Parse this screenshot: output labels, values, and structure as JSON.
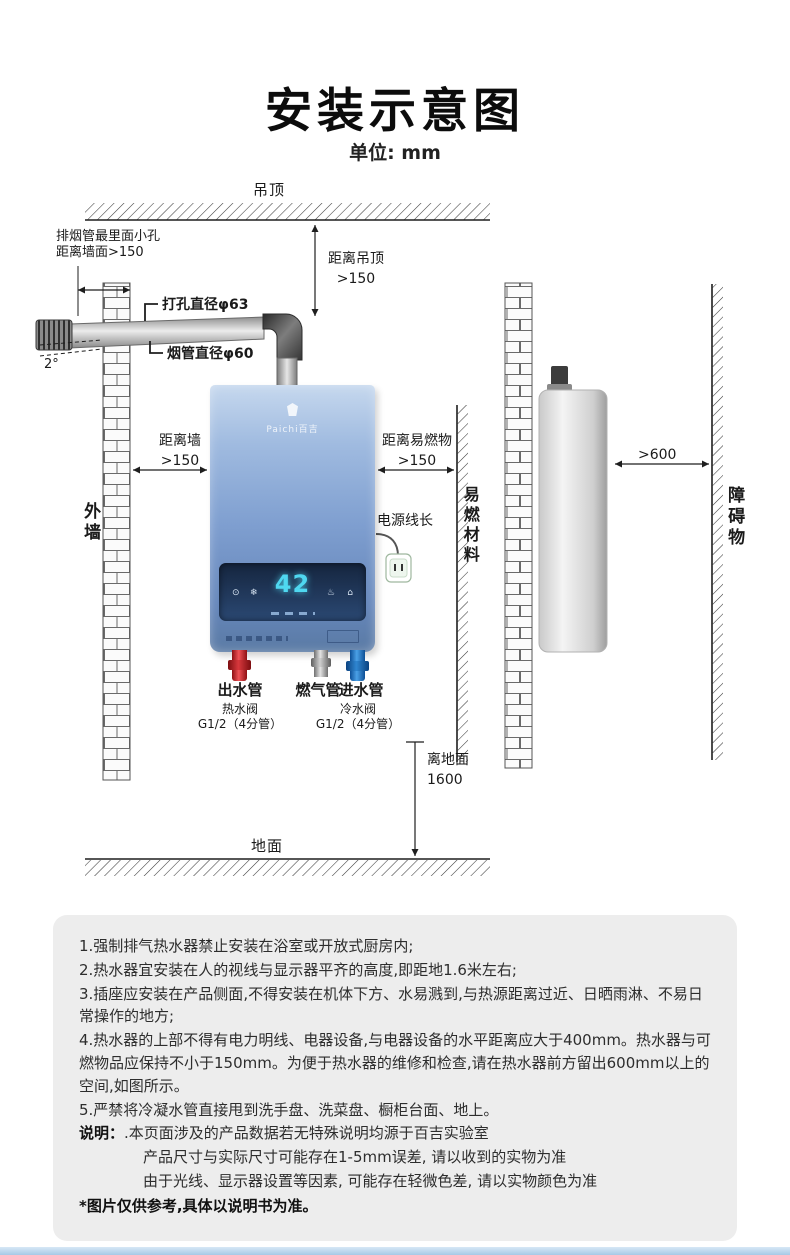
{
  "page": {
    "title": "安装示意图",
    "unit": "单位: mm"
  },
  "diagram": {
    "ceiling": "吊顶",
    "ground": "地面",
    "outer_wall": "外墙",
    "flammable_material": "易燃材料",
    "obstacle": "障碍物",
    "exhaust_note_line1": "排烟管最里面小孔",
    "exhaust_note_line2": "距离墙面>150",
    "hole_diameter": "打孔直径φ63",
    "flue_diameter": "烟管直径φ60",
    "angle": "2°",
    "ceiling_distance_label": "距离吊顶",
    "ceiling_distance_value": ">150",
    "wall_distance_label": "距离墙",
    "wall_distance_value": ">150",
    "flammable_distance_label": "距离易燃物",
    "flammable_distance_value": ">150",
    "obstacle_distance_value": ">600",
    "power_cord_label": "电源线长",
    "floor_distance_label": "离地面",
    "floor_distance_value": "1600",
    "heater": {
      "brand": "Paichi百吉",
      "temp_display": "42",
      "icons": {
        "power": "⊙",
        "fan": "❄",
        "heat": "♨",
        "home": "⌂"
      }
    },
    "pipes": {
      "outlet_label": "出水管",
      "gas_label": "燃气管",
      "inlet_label": "进水管",
      "hot_valve": "热水阀",
      "cold_valve": "冷水阀",
      "outlet_spec": "G1/2（4分管）",
      "inlet_spec": "G1/2（4分管）"
    }
  },
  "notes": {
    "lines": [
      "1.强制排气热水器禁止安装在浴室或开放式厨房内;",
      "2.热水器宜安装在人的视线与显示器平齐的高度,即距地1.6米左右;",
      "3.插座应安装在产品侧面,不得安装在机体下方、水易溅到,与热源距离过近、日晒雨淋、不易日常操作的地方;",
      "4.热水器的上部不得有电力明线、电器设备,与电器设备的水平距离应大于400mm。热水器与可燃物品应保持不小于150mm。为便于热水器的维修和检查,请在热水器前方留出600mm以上的空间,如图所示。",
      "5.严禁将冷凝水管直接甩到洗手盘、洗菜盘、橱柜台面、地上。"
    ],
    "remark_label": "说明：",
    "remark_lines": [
      ".本页面涉及的产品数据若无特殊说明均源于百吉实验室",
      "产品尺寸与实际尺寸可能存在1-5mm误差, 请以收到的实物为准",
      "由于光线、显示器设置等因素, 可能存在轻微色差, 请以实物颜色为准"
    ],
    "disclaimer": "*图片仅供参考,具体以说明书为准。"
  },
  "colors": {
    "heater_blue": "#6687bb",
    "display_cyan": "#4fd8f0",
    "hot_red": "#d6282d",
    "cold_blue": "#1668b8",
    "notes_bg": "#ededed"
  }
}
